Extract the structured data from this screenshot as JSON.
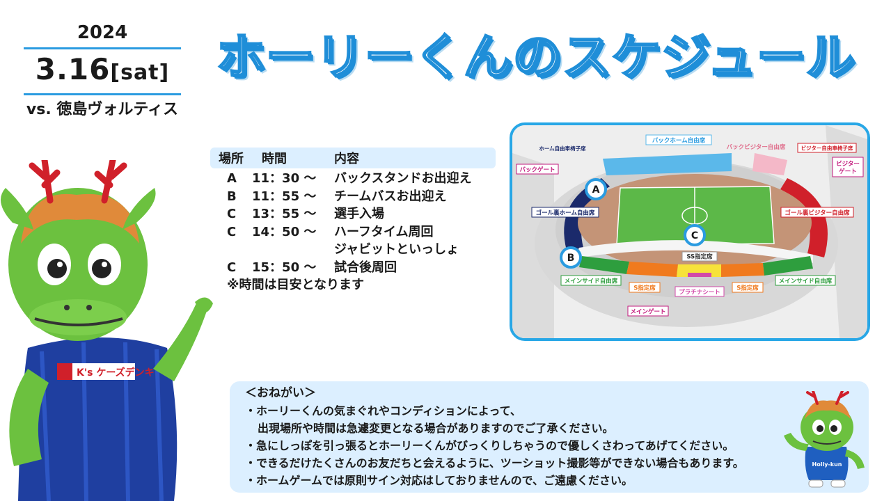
{
  "event": {
    "year": "2024",
    "date": "3.16",
    "day_of_week": "[sat]",
    "opponent": "vs. 徳島ヴォルティス"
  },
  "title": "ホーリーくんのスケジュール",
  "mascot": {
    "sponsor": "K's ケーズデンキ",
    "small_logo": "Holly-kun"
  },
  "schedule": {
    "headers": [
      "場所",
      "時間",
      "内容"
    ],
    "rows": [
      {
        "place": "A",
        "time": "11：30 〜",
        "content": "バックスタンドお出迎え"
      },
      {
        "place": "B",
        "time": "11：55 〜",
        "content": "チームバスお出迎え"
      },
      {
        "place": "C",
        "time": "13：55 〜",
        "content": "選手入場"
      },
      {
        "place": "C",
        "time": "14：50 〜",
        "content": "ハーフタイム周回"
      },
      {
        "place": "",
        "time": "",
        "content": "ジャビットといっしょ"
      },
      {
        "place": "C",
        "time": "15：50 〜",
        "content": "試合後周回"
      }
    ],
    "note": "※時間は目安となります"
  },
  "map": {
    "labels": {
      "back_home_free": "バックホーム自由席",
      "back_visitor_free": "バックビジター自由席",
      "home_wheelchair": "ホーム自由車椅子席",
      "visitor_wheelchair": "ビジター自由車椅子席",
      "back_gate": "バックゲート",
      "visitor_gate": "ビジター\nゲート",
      "goal_home_free": "ゴール裏ホーム自由席",
      "goal_visitor_free": "ゴール裏ビジター自由席",
      "ss_reserved": "SS指定席",
      "main_side_free_left": "メインサイド自由席",
      "main_side_free_right": "メインサイド自由席",
      "s_reserved_left": "S指定席",
      "s_reserved_right": "S指定席",
      "platinum_seat": "プラチナシート",
      "main_gate": "メインゲート"
    },
    "markers": [
      "A",
      "B",
      "C"
    ],
    "colors": {
      "home": "#1b2a6b",
      "visitor": "#d0202a",
      "back_home": "#5bb8ea",
      "back_visitor": "#f4b8c8",
      "main_side": "#2e9e3e",
      "s_reserved": "#f07a1e",
      "ss_reserved": "#f7e23a",
      "pitch": "#5cb848",
      "marker": "#2a9be0"
    }
  },
  "notice": {
    "title": "＜おねがい＞",
    "items": [
      "・ホーリーくんの気まぐれやコンディションによって、",
      "出現場所や時間は急遽変更となる場合がありますのでご了承ください。",
      "・急にしっぽを引っ張るとホーリーくんがびっくりしちゃうので優しくさわってあげてください。",
      "・できるだけたくさんのお友だちと会えるように、ツーショット撮影等ができない場合もあります。",
      "・ホームゲームでは原則サイン対応はしておりませんので、ご遠慮ください。"
    ]
  }
}
